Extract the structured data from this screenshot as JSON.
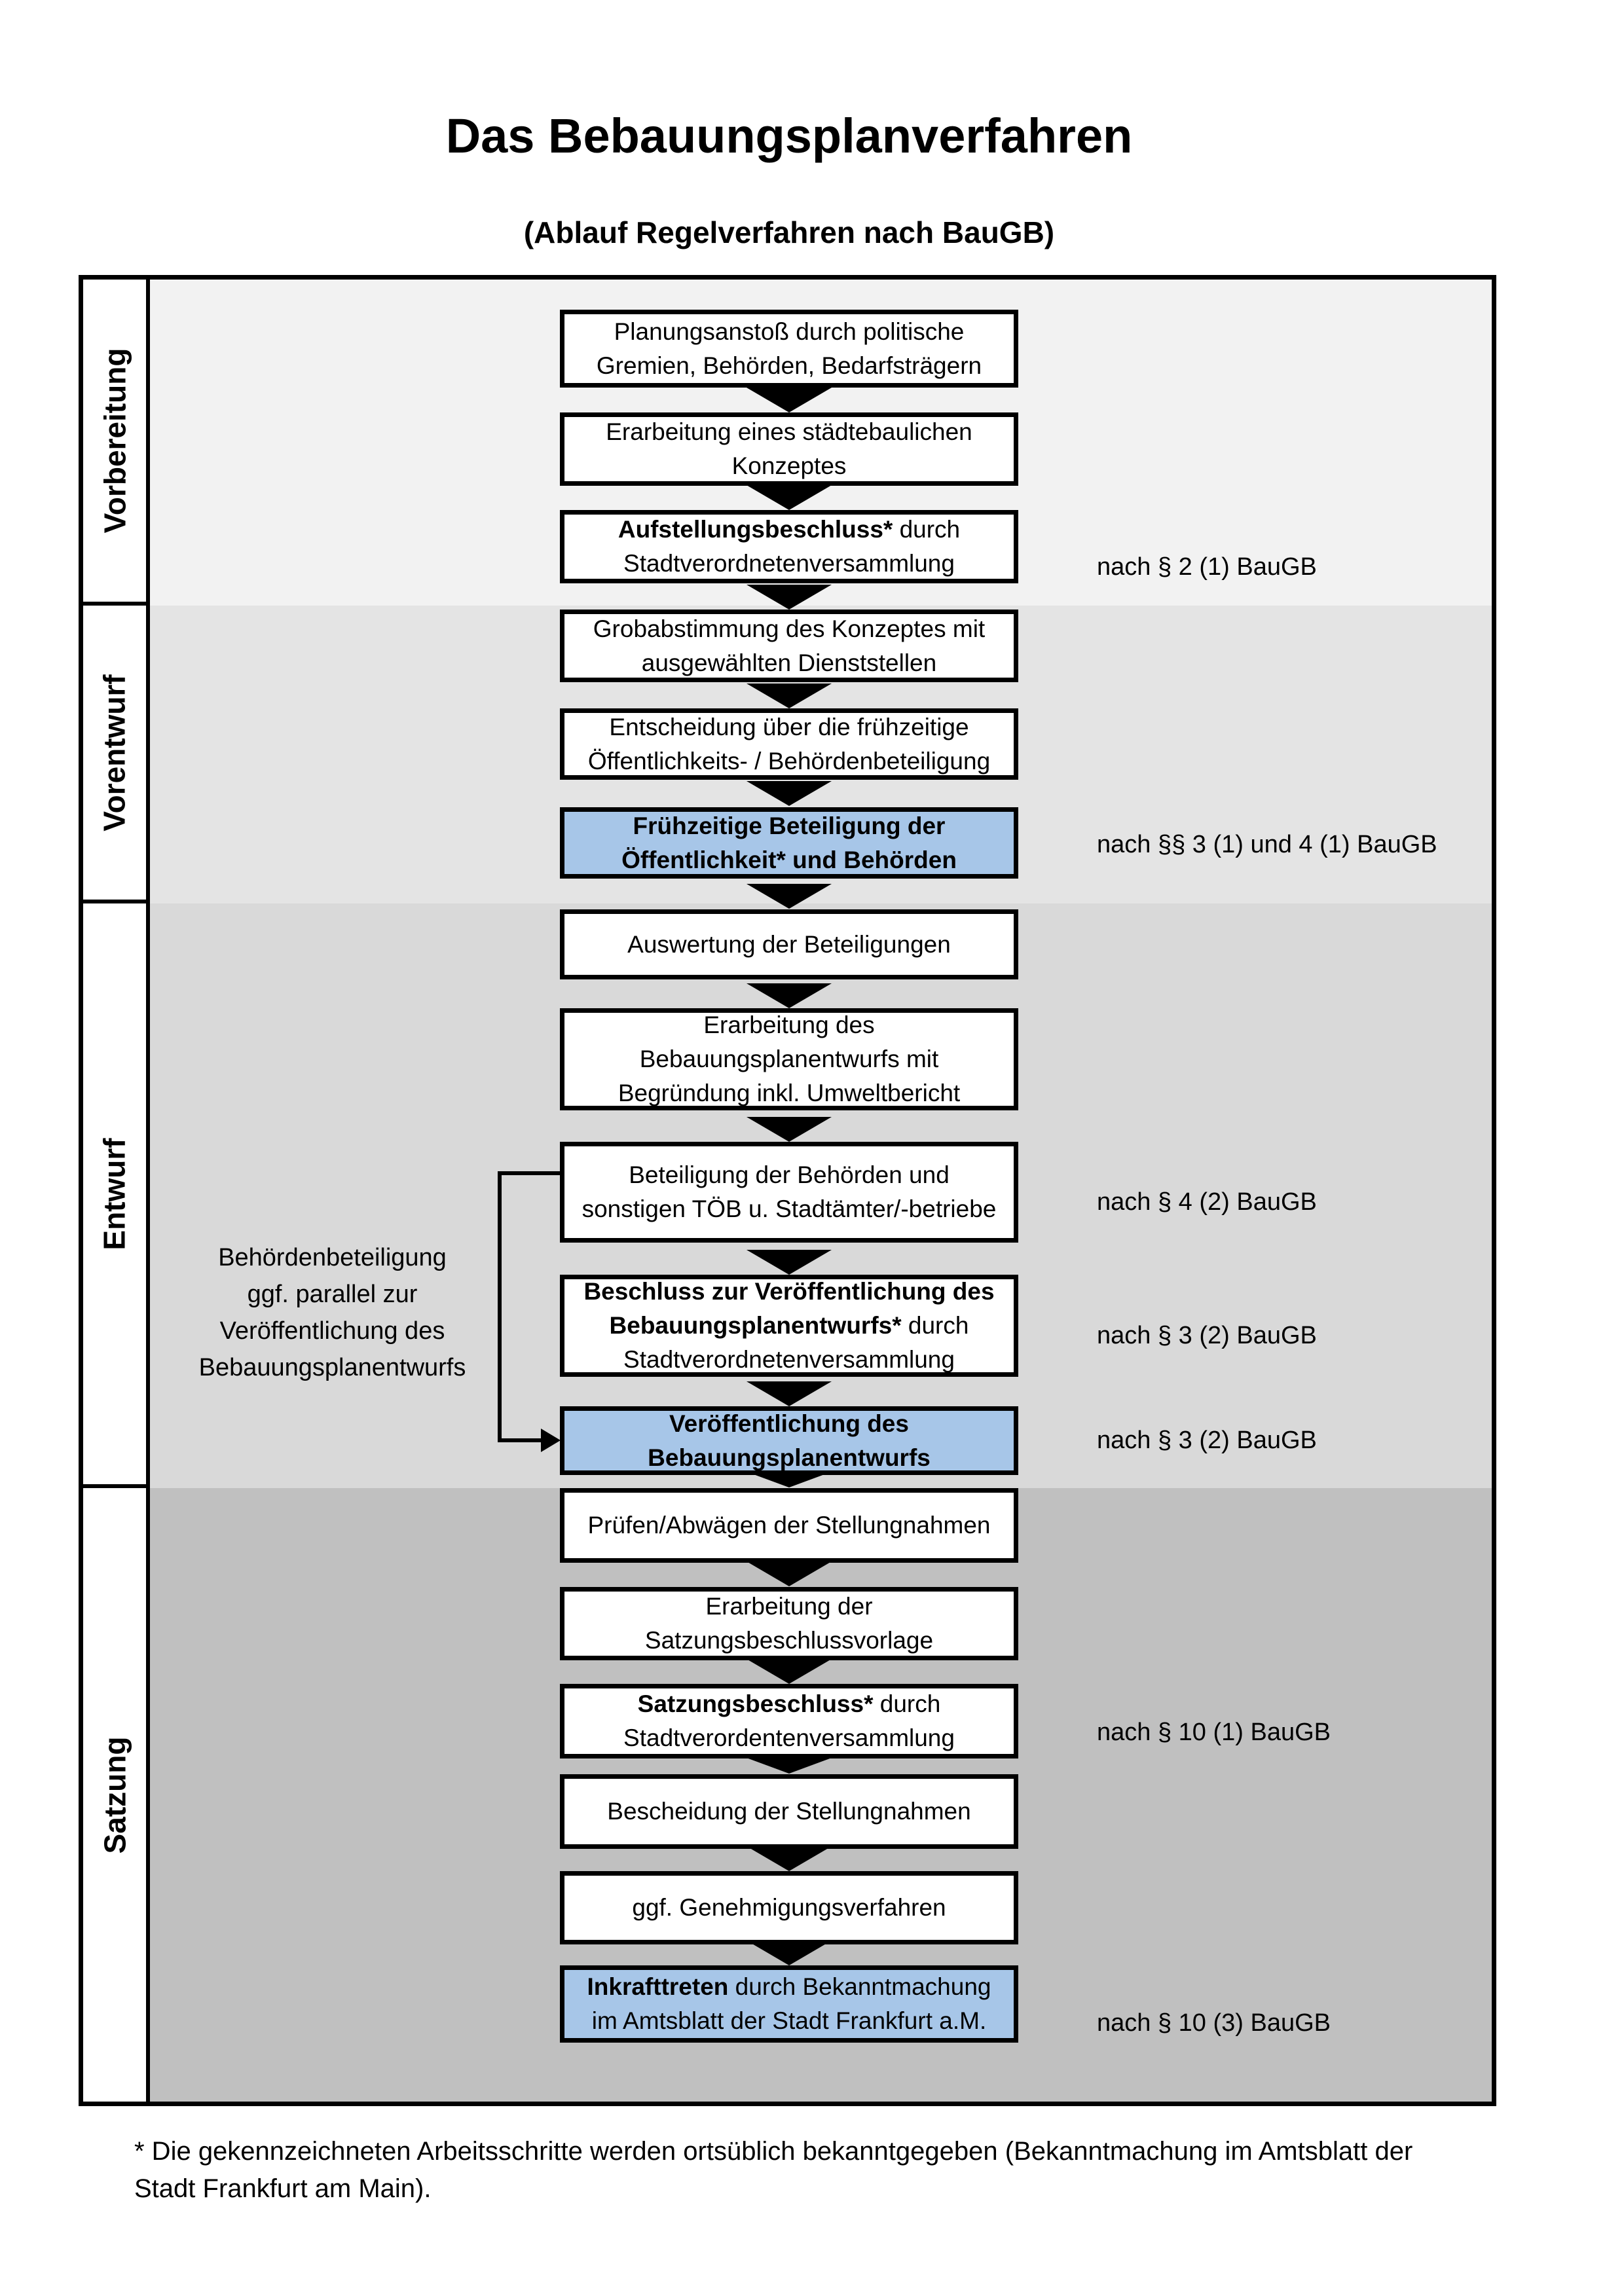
{
  "header": {
    "title": "Das Bebauungsplanverfahren",
    "subtitle": "(Ablauf Regelverfahren nach BauGB)"
  },
  "phases": [
    {
      "label": "Vorbereitung"
    },
    {
      "label": "Vorentwurf"
    },
    {
      "label": "Entwurf"
    },
    {
      "label": "Satzung"
    }
  ],
  "steps": [
    {
      "lines": [
        {
          "r": "Planungsanstoß durch politische"
        },
        {
          "r": "Gremien, Behörden, Bedarfsträgern"
        }
      ]
    },
    {
      "lines": [
        {
          "r": "Erarbeitung eines städtebaulichen"
        },
        {
          "r": "Konzeptes"
        }
      ]
    },
    {
      "lines": [
        {
          "b": "Aufstellungsbeschluss*",
          "r": " durch"
        },
        {
          "r": "Stadtverordnetenversammlung"
        }
      ]
    },
    {
      "lines": [
        {
          "r": "Grobabstimmung des Konzeptes mit"
        },
        {
          "r": "ausgewählten Dienststellen"
        }
      ]
    },
    {
      "lines": [
        {
          "r": "Entscheidung über die frühzeitige"
        },
        {
          "r": "Öffentlichkeits- / Behördenbeteiligung"
        }
      ]
    },
    {
      "highlighted": true,
      "lines": [
        {
          "b": "Frühzeitige Beteiligung der"
        },
        {
          "b": "Öffentlichkeit* und Behörden"
        }
      ]
    },
    {
      "lines": [
        {
          "r": "Auswertung der Beteiligungen"
        }
      ]
    },
    {
      "lines": [
        {
          "r": "Erarbeitung des"
        },
        {
          "r": "Bebauungsplanentwurfs mit"
        },
        {
          "r": "Begründung inkl. Umweltbericht"
        }
      ]
    },
    {
      "lines": [
        {
          "r": "Beteiligung der Behörden und"
        },
        {
          "r": "sonstigen TÖB u. Stadtämter/-betriebe"
        }
      ]
    },
    {
      "lines": [
        {
          "b": "Beschluss zur Veröffentlichung des"
        },
        {
          "b": "Bebauungsplanentwurfs*",
          "r": " durch"
        },
        {
          "r": "Stadtverordnetenversammlung"
        }
      ]
    },
    {
      "highlighted": true,
      "lines": [
        {
          "b": "Veröffentlichung des"
        },
        {
          "b": "Bebauungsplanentwurfs"
        }
      ]
    },
    {
      "lines": [
        {
          "r": "Prüfen/Abwägen der Stellungnahmen"
        }
      ]
    },
    {
      "lines": [
        {
          "r": "Erarbeitung der"
        },
        {
          "r": "Satzungsbeschlussvorlage"
        }
      ]
    },
    {
      "lines": [
        {
          "b": "Satzungsbeschluss*",
          "r": " durch"
        },
        {
          "r": "Stadtverordentenversammlung"
        }
      ]
    },
    {
      "lines": [
        {
          "r": "Bescheidung der Stellungnahmen"
        }
      ]
    },
    {
      "lines": [
        {
          "r": "ggf. Genehmigungsverfahren"
        }
      ]
    },
    {
      "highlighted": true,
      "lines": [
        {
          "b": "Inkrafttreten",
          "r": " durch Bekanntmachung"
        },
        {
          "r": "im Amtsblatt der Stadt Frankfurt a.M."
        }
      ]
    }
  ],
  "refs": [
    {
      "text": "nach § 2 (1) BauGB"
    },
    {
      "text": "nach §§ 3 (1) und 4 (1) BauGB"
    },
    {
      "text": "nach § 4 (2) BauGB"
    },
    {
      "text": "nach § 3 (2) BauGB"
    },
    {
      "text": "nach § 3 (2) BauGB"
    },
    {
      "text": "nach § 10 (1) BauGB"
    },
    {
      "text": "nach § 10 (3) BauGB"
    }
  ],
  "side_note": {
    "lines": [
      "Behördenbeteiligung",
      "ggf. parallel zur",
      "Veröffentlichung des",
      "Bebauungsplanentwurfs"
    ]
  },
  "footnote": "* Die gekennzeichneten Arbeitsschritte werden ortsüblich bekanntgegeben (Bekanntmachung im Amtsblatt  der Stadt Frankfurt am Main).",
  "colors": {
    "page_bg": "#ffffff",
    "box_bg": "#ffffff",
    "highlight_box": "#a7c6e8",
    "border": "#000000",
    "text": "#000000",
    "phase_bg_vorbereitung": "#f2f2f2",
    "phase_bg_vorentwurf": "#e4e4e4",
    "phase_bg_entwurf": "#d9d9d9",
    "phase_bg_satzung": "#c0c0c0"
  }
}
